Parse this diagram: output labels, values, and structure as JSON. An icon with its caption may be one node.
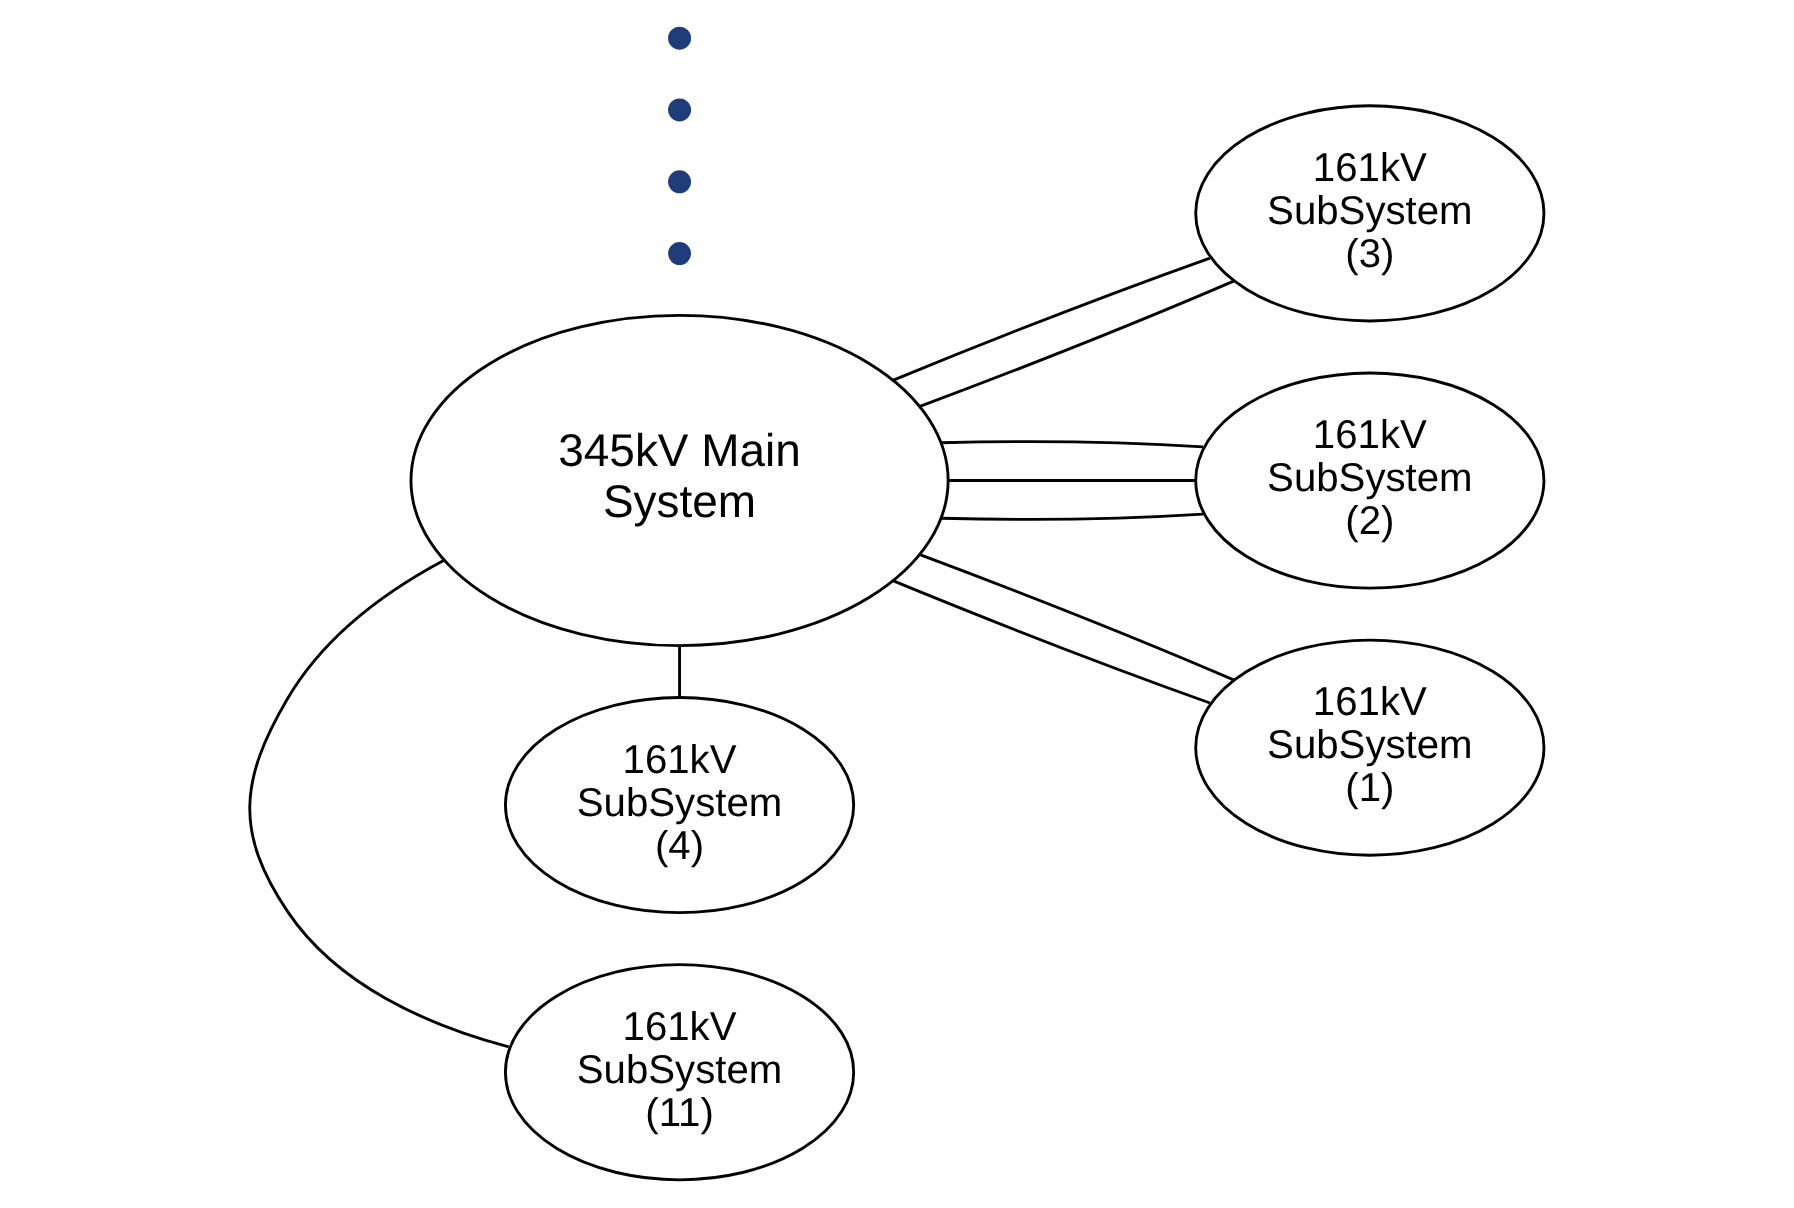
{
  "diagram": {
    "nodes": [
      {
        "text": [
          "161kV SubSystem (3)"
        ]
      },
      {
        "text": [
          "161kV SubSystem (4)"
        ]
      },
      {
        "text": [
          "345kV Main System"
        ]
      },
      {
        "text": [
          "161kV SubSystem (2)"
        ]
      },
      {
        "text": [],
        "shape": "circle"
      },
      {
        "text": [],
        "shape": "circle"
      },
      {
        "text": [],
        "shape": "circle"
      },
      {
        "text": [],
        "shape": "circle"
      },
      {
        "text": [
          "161kV SubSystem (11)"
        ]
      },
      {
        "text": [
          "161kV SubSystem (1)"
        ]
      }
    ],
    "edges": [
      {
        "from": 2,
        "to": 0,
        "arrow": "none"
      },
      {
        "from": 2,
        "to": 0,
        "arrow": "none"
      },
      {
        "from": 2,
        "to": 1,
        "arrow": "none"
      },
      {
        "from": 2,
        "to": 3,
        "arrow": "none"
      },
      {
        "from": 2,
        "to": 3,
        "arrow": "none"
      },
      {
        "from": 2,
        "to": 3,
        "arrow": "none"
      },
      {
        "from": 2,
        "to": 8,
        "arrow": "none"
      },
      {
        "from": 2,
        "to": 9,
        "arrow": "none"
      },
      {
        "from": 2,
        "to": 9,
        "arrow": "none"
      }
    ]
  }
}
